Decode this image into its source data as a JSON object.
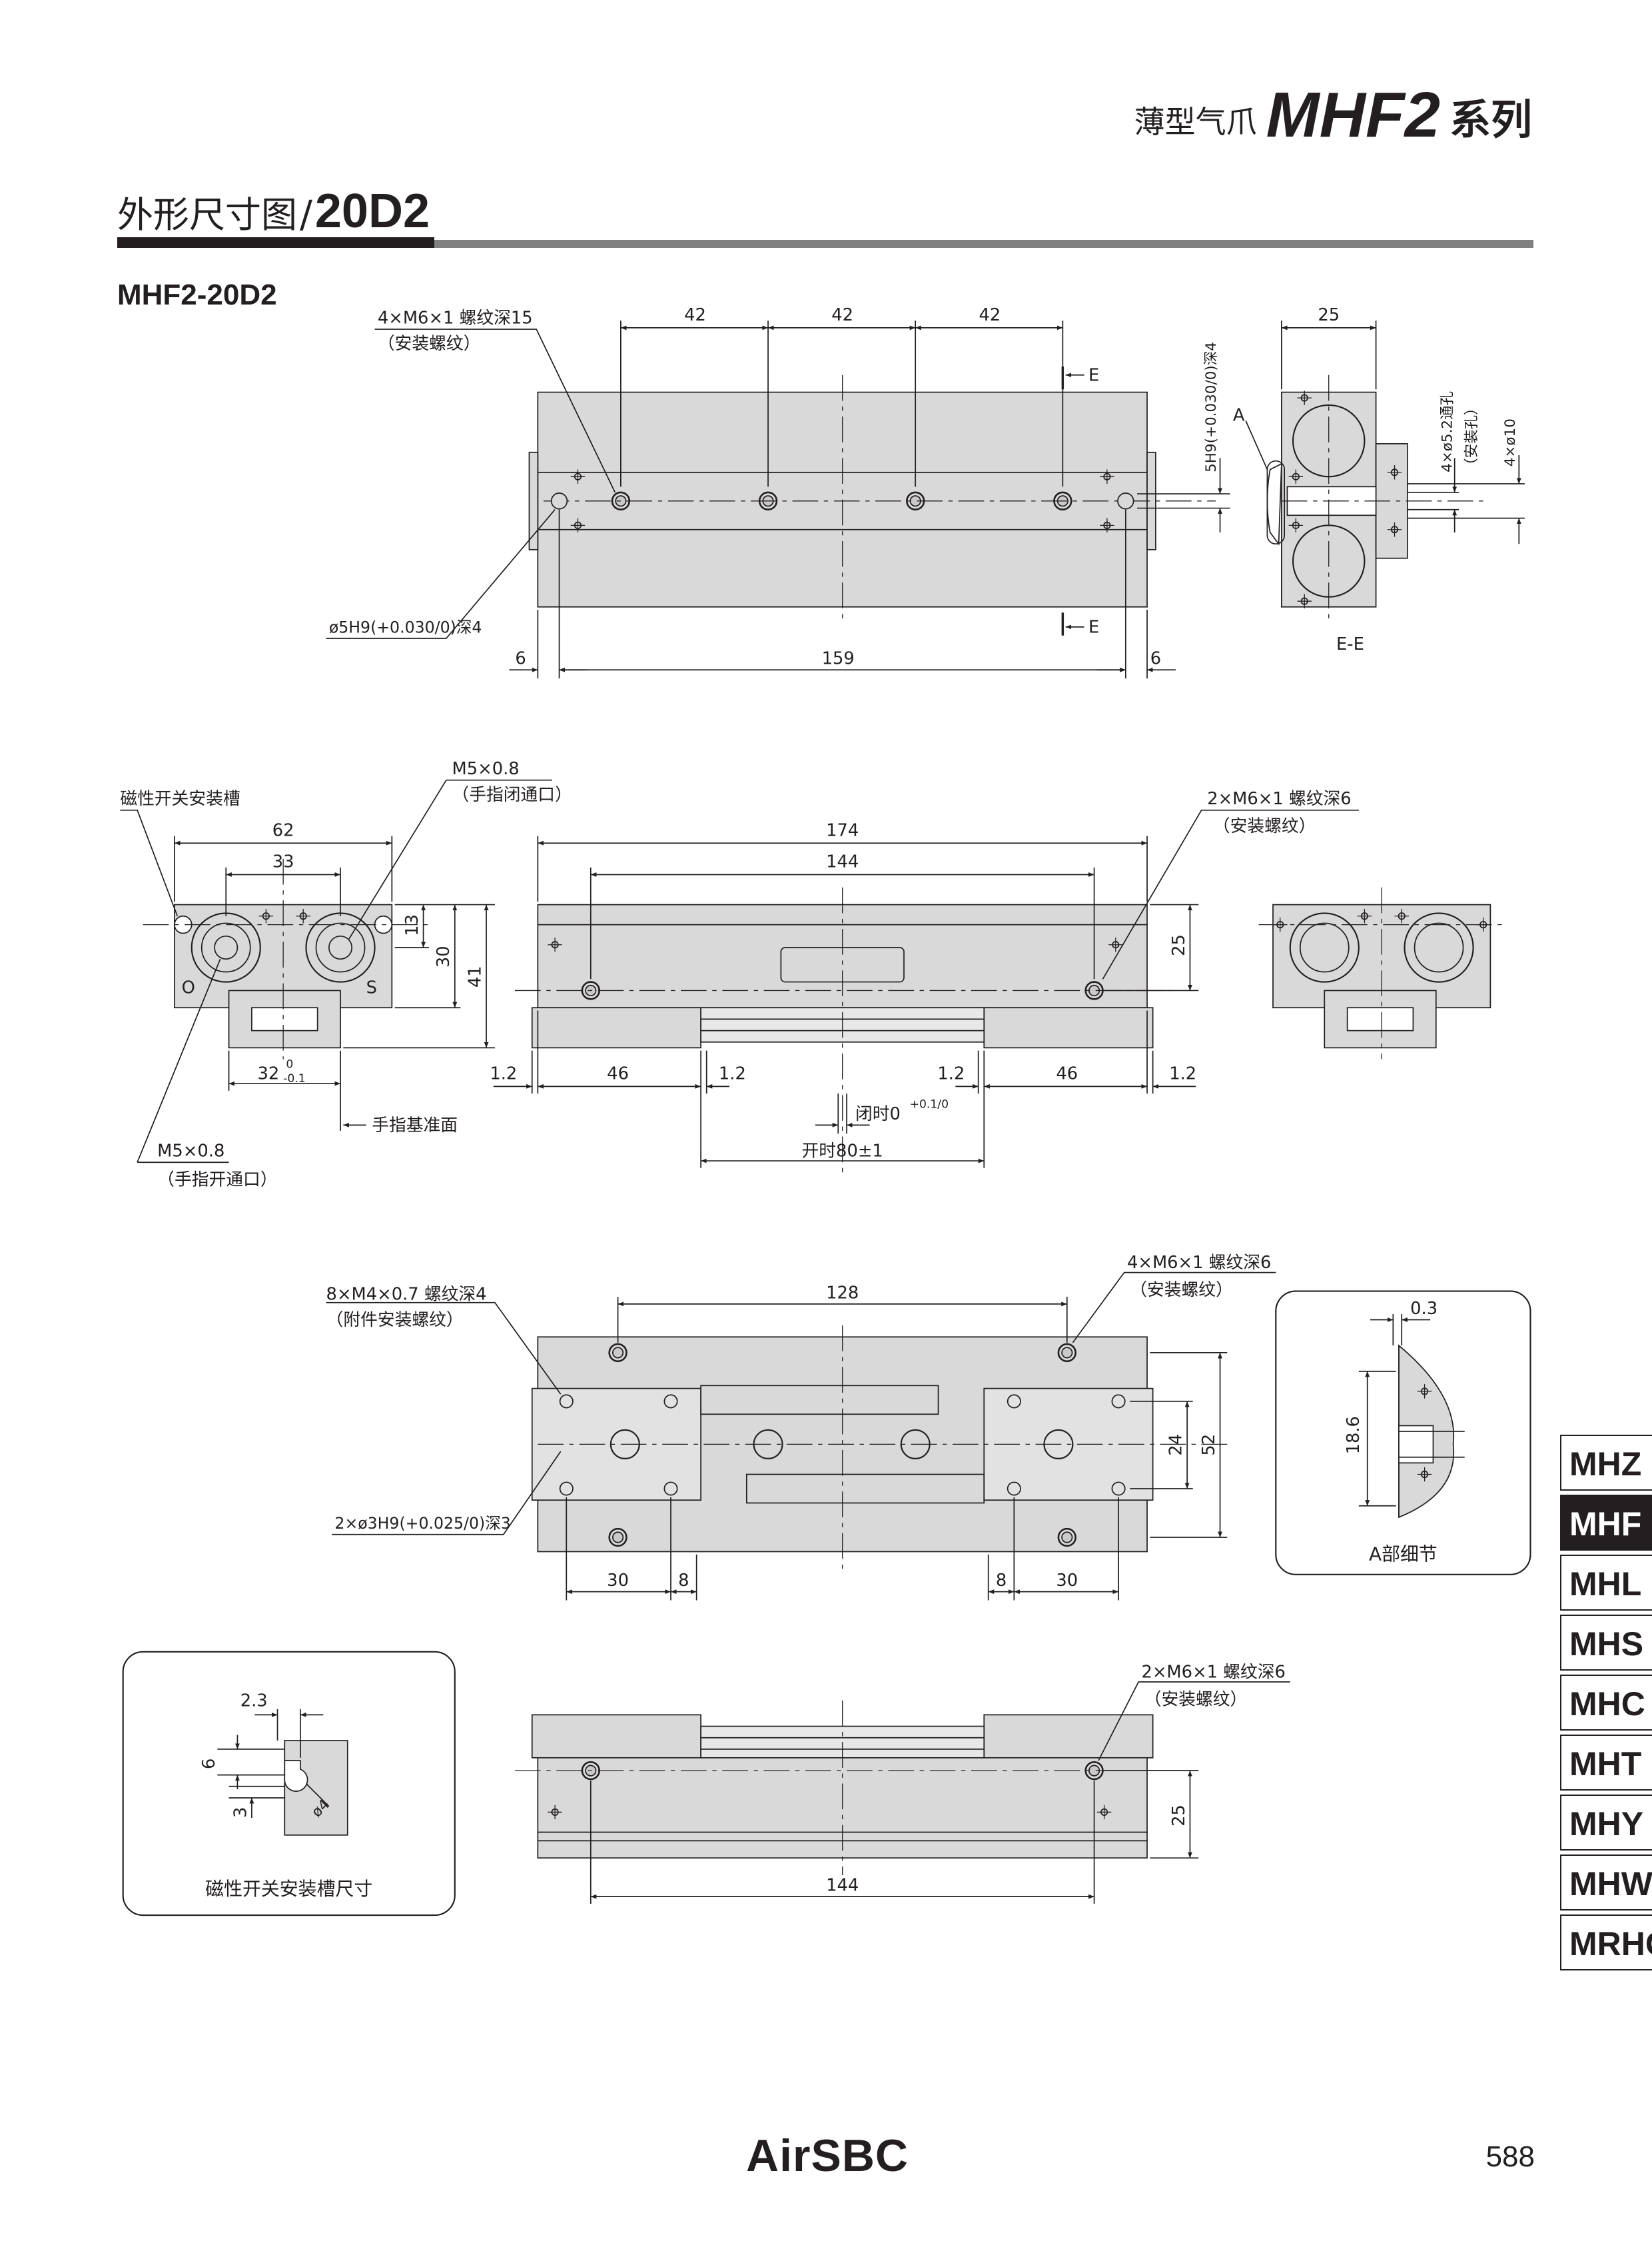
{
  "header": {
    "series_prefix": "薄型气爪",
    "series_model": "MHF2",
    "series_suffix": "系列",
    "section_title": "外形尺寸图",
    "section_separator": "/",
    "section_code": "20D2",
    "model_title": "MHF2-20D2"
  },
  "top_view": {
    "callout_mount_thread": [
      "4×M6×1 螺纹深15",
      "（安装螺纹）"
    ],
    "callout_pin_hole": "ø5H9(+0.030/0)深4",
    "pitch_1": "42",
    "pitch_2": "42",
    "pitch_3": "42",
    "hole_depth_dim": "5H9(+0.030/0)深4",
    "section_mark": "E",
    "length": "159",
    "end_left": "6",
    "end_right": "6"
  },
  "section_ee": {
    "width": "25",
    "detail_mark": "A",
    "through_hole": [
      "4×ø5.2通孔",
      "（安装孔）"
    ],
    "counterbore": "4×ø10",
    "label": "E-E"
  },
  "end_view": {
    "callout_switch_slot": "磁性开关安装槽",
    "callout_close_port": [
      "M5×0.8",
      "（手指闭通口）"
    ],
    "callout_open_port": [
      "M5×0.8",
      "（手指开通口）"
    ],
    "width": "62",
    "port_pitch": "33",
    "height_13": "13",
    "height_30": "30",
    "height_41": "41",
    "finger_width": "32",
    "finger_tol_upper": "0",
    "finger_tol_lower": "-0.1",
    "marker_o": "O",
    "marker_s": "S",
    "finger_reference": "手指基准面"
  },
  "front_view": {
    "overall_length": "174",
    "hole_pitch": "144",
    "callout_thread": [
      "2×M6×1 螺纹深6",
      "（安装螺纹）"
    ],
    "height_25": "25",
    "gap_left": "1.2",
    "finger_left": "46",
    "inner_left": "1.2",
    "inner_right": "1.2",
    "finger_right": "46",
    "gap_right": "1.2",
    "closed_label": "闭时0",
    "closed_tol": "+0.1/0",
    "open_label": "开时80±1"
  },
  "bottom_view": {
    "callout_accessory": [
      "8×M4×0.7 螺纹深4",
      "（附件安装螺纹）"
    ],
    "callout_mount": [
      "4×M6×1 螺纹深6",
      "（安装螺纹）"
    ],
    "callout_pin": "2×ø3H9(+0.025/0)深3",
    "pitch_128": "128",
    "height_24": "24",
    "height_52": "52",
    "left_30": "30",
    "left_8": "8",
    "right_8": "8",
    "right_30": "30"
  },
  "detail_a": {
    "offset": "0.3",
    "height": "18.6",
    "caption": "A部细节"
  },
  "slot_detail": {
    "width": "2.3",
    "depth_6": "6",
    "depth_3": "3",
    "diameter": "ø4",
    "caption": "磁性开关安装槽尺寸"
  },
  "rear_view": {
    "callout_thread": [
      "2×M6×1 螺纹深6",
      "（安装螺纹）"
    ],
    "height_25": "25",
    "hole_pitch": "144"
  },
  "side_tabs": [
    {
      "label": "MHZ",
      "active": false
    },
    {
      "label": "MHF",
      "active": true
    },
    {
      "label": "MHL",
      "active": false
    },
    {
      "label": "MHS",
      "active": false
    },
    {
      "label": "MHC",
      "active": false
    },
    {
      "label": "MHT",
      "active": false
    },
    {
      "label": "MHY",
      "active": false
    },
    {
      "label": "MHW",
      "active": false
    },
    {
      "label": "MRHQ",
      "active": false
    }
  ],
  "footer": {
    "brand": "AirSBC",
    "page_number": "588"
  }
}
